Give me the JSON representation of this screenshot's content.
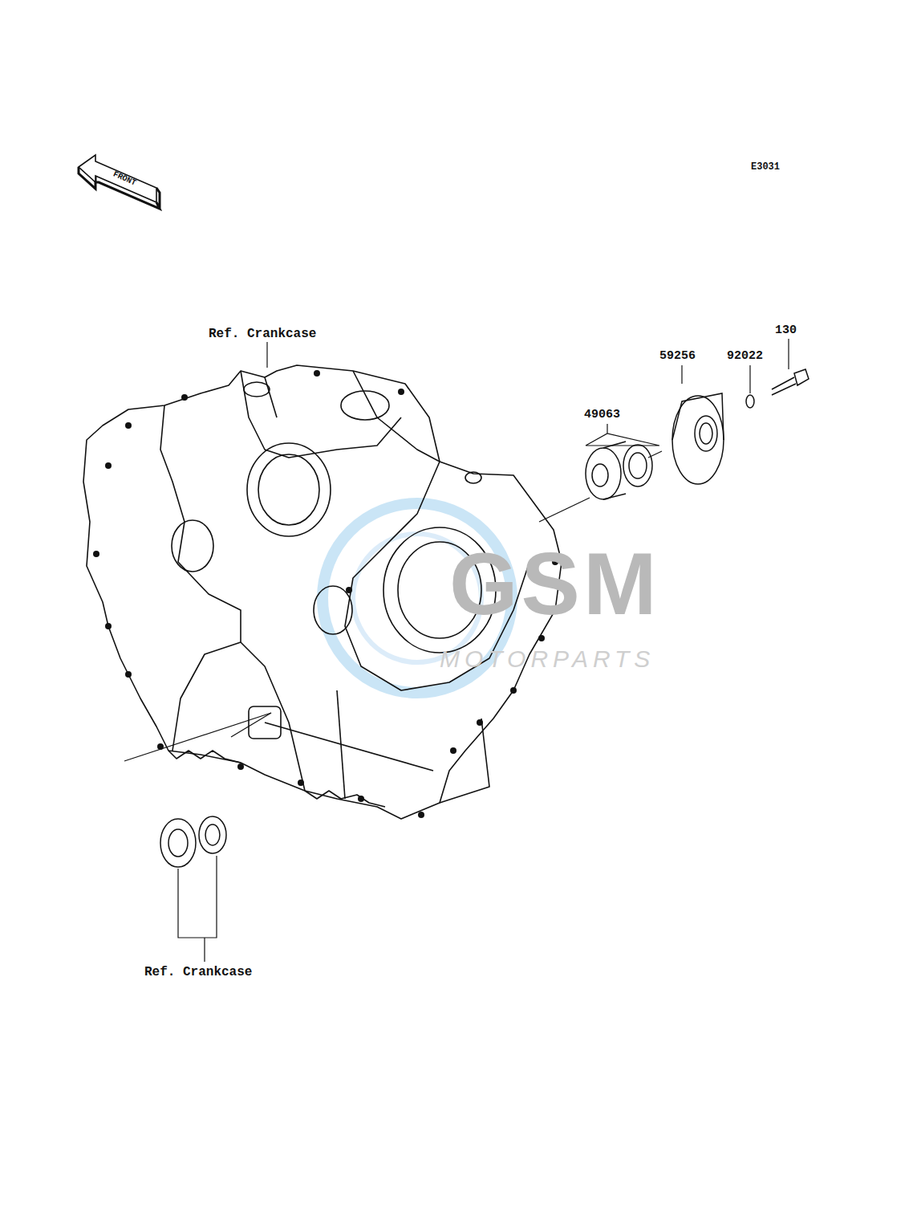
{
  "diagram": {
    "nodes": [
      {
        "text": [
          "FRONT"
        ]
      }
    ],
    "labels": [
      "E3031",
      "Ref. Crankcase",
      "59256",
      "92022",
      "130",
      "49063",
      "Ref. Crankcase",
      "GSM",
      "MOTORPARTS"
    ]
  }
}
